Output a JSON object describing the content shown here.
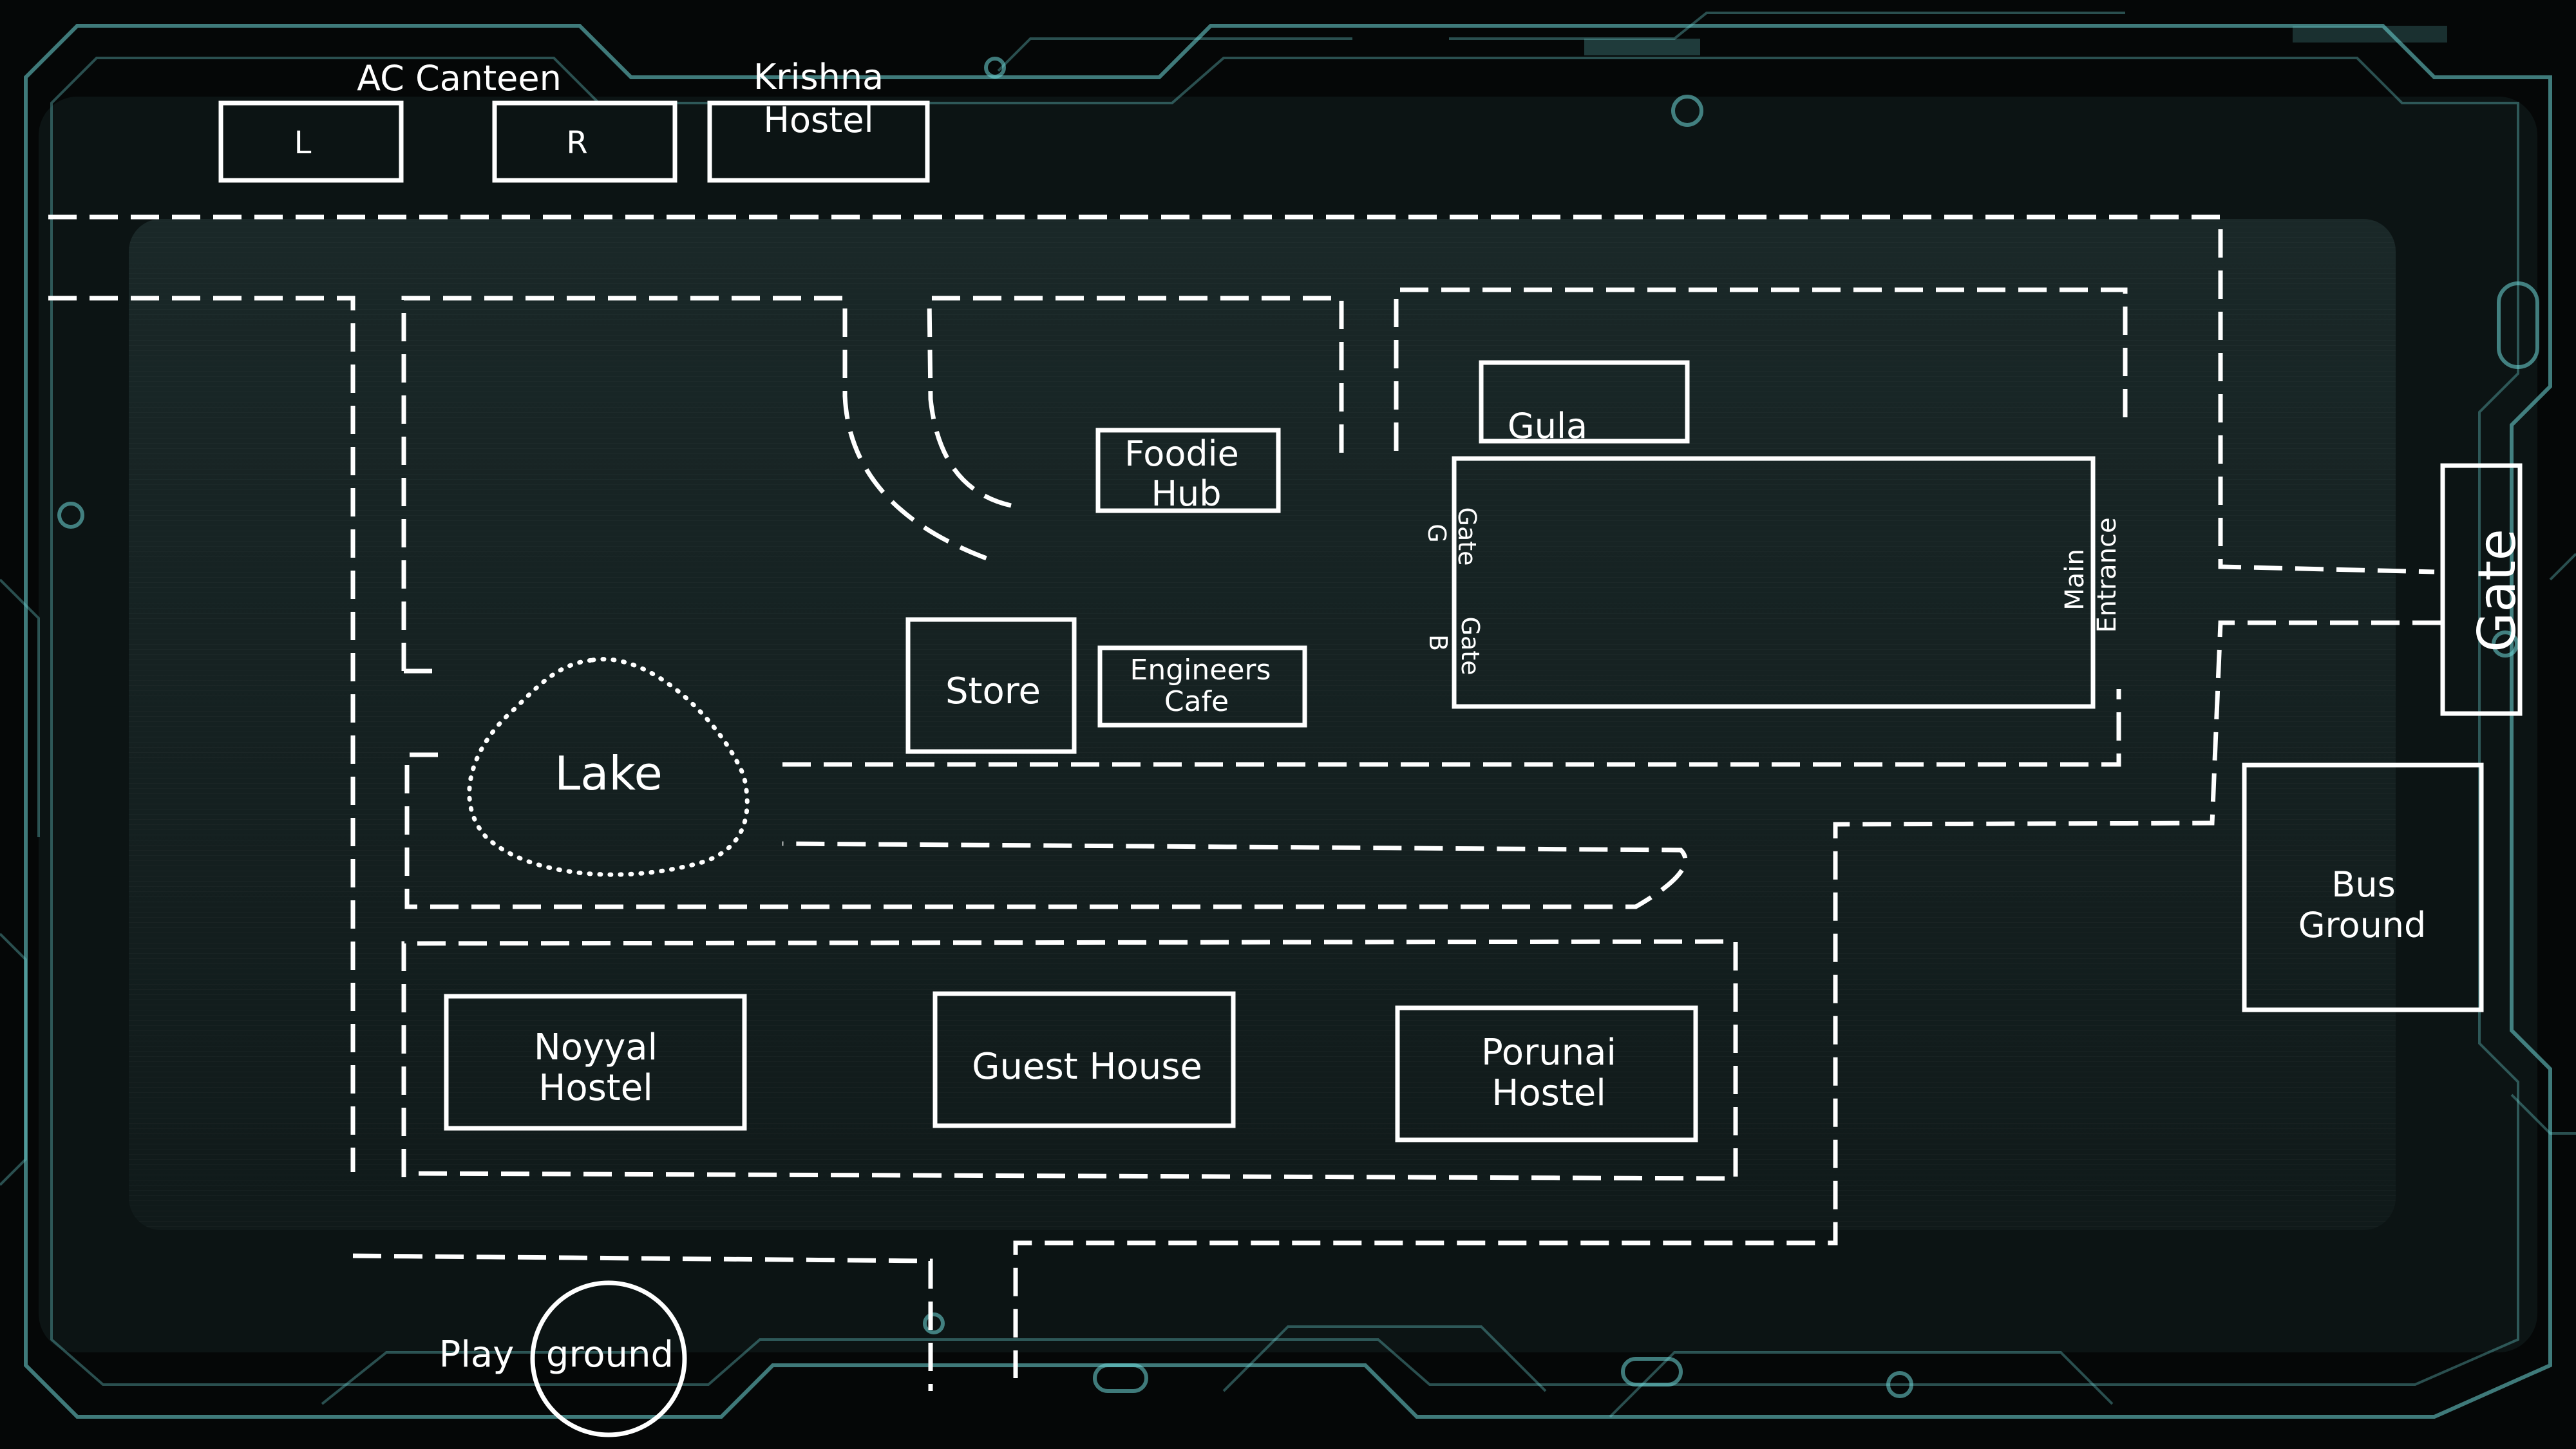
{
  "map": {
    "colors": {
      "background": "#050707",
      "panel": "#142020",
      "circuit": "#6fd8d8",
      "lines": "#ffffff"
    },
    "labels": {
      "ac_canteen": "AC Canteen",
      "canteen_left": "L",
      "canteen_right": "R",
      "krishna_hostel_line1": "Krishna",
      "krishna_hostel_line2": "Hostel",
      "foodie_hub_line1": "Foodie",
      "foodie_hub_line2": "Hub",
      "gula": "Gula",
      "gate_g": "Gate",
      "gate_g_letter": "G",
      "gate_b": "Gate",
      "gate_b_letter": "B",
      "main_entrance_line1": "Main",
      "main_entrance_line2": "Entrance",
      "gate": "Gate",
      "store": "Store",
      "engineers_cafe_line1": "Engineers",
      "engineers_cafe_line2": "Cafe",
      "lake": "Lake",
      "bus_ground_line1": "Bus",
      "bus_ground_line2": "Ground",
      "noyyal_hostel_line1": "Noyyal",
      "noyyal_hostel_line2": "Hostel",
      "guest_house": "Guest House",
      "porunai_hostel_line1": "Porunai",
      "porunai_hostel_line2": "Hostel",
      "play": "Play",
      "ground": "ground"
    }
  }
}
